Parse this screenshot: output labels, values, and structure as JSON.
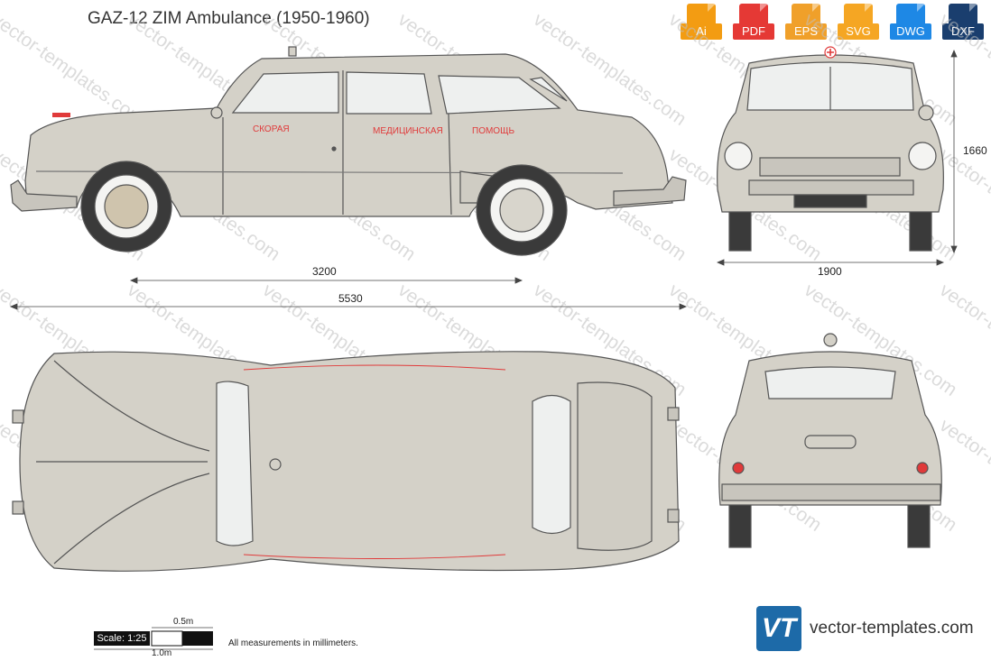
{
  "title": "GAZ-12 ZIM Ambulance (1950-1960)",
  "watermark": "vector-templates.com",
  "formats": [
    {
      "label": "Ai",
      "color": "#f39c12"
    },
    {
      "label": "PDF",
      "color": "#e53935"
    },
    {
      "label": "EPS",
      "color": "#f0a02a"
    },
    {
      "label": "SVG",
      "color": "#f5a623"
    },
    {
      "label": "DWG",
      "color": "#1e88e5"
    },
    {
      "label": "DXF",
      "color": "#1a3e6e"
    }
  ],
  "dimensions": {
    "wheelbase": "3200",
    "length": "5530",
    "width": "1900",
    "height": "1660"
  },
  "side_text": {
    "word1": "СКОРАЯ",
    "word2": "МЕДИЦИНСКАЯ",
    "word3": "ПОМОЩЬ"
  },
  "scale": {
    "label": "Scale: 1:25",
    "half": "0.5m",
    "full": "1.0m",
    "note": "All measurements in millimeters."
  },
  "brand": {
    "name": "vector-templates.com",
    "logo": "VT"
  },
  "colors": {
    "body": "#d4d1c8",
    "outline": "#555555",
    "tire": "#3a3a3a",
    "cross": "#e03a3a"
  }
}
